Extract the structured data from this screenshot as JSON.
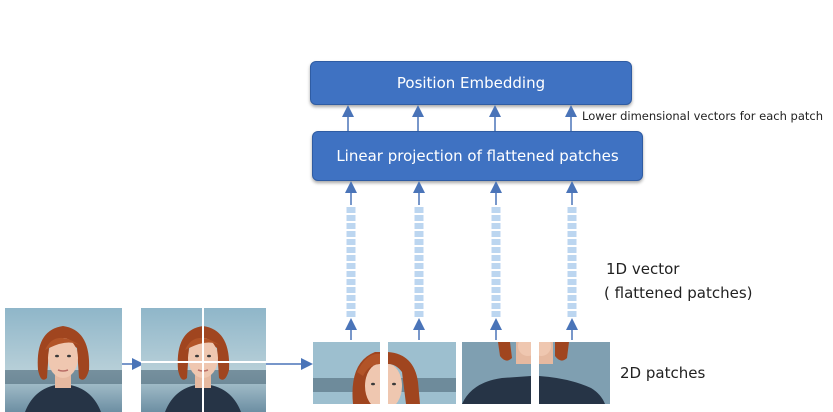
{
  "position_embedding": {
    "label": "Position Embedding"
  },
  "linear_projection": {
    "label": "Linear projection of flattened patches"
  },
  "lower_dim_label": "Lower dimensional vectors for each patch",
  "vector_label": {
    "line1": "1D vector",
    "line2": "( flattened patches)"
  },
  "patches_label": "2D patches",
  "colors": {
    "box_fill": "#3f72c2",
    "box_border": "#2f5ca3",
    "arrow": "#4a74b8",
    "vector_cell": "#bcd6f0"
  }
}
